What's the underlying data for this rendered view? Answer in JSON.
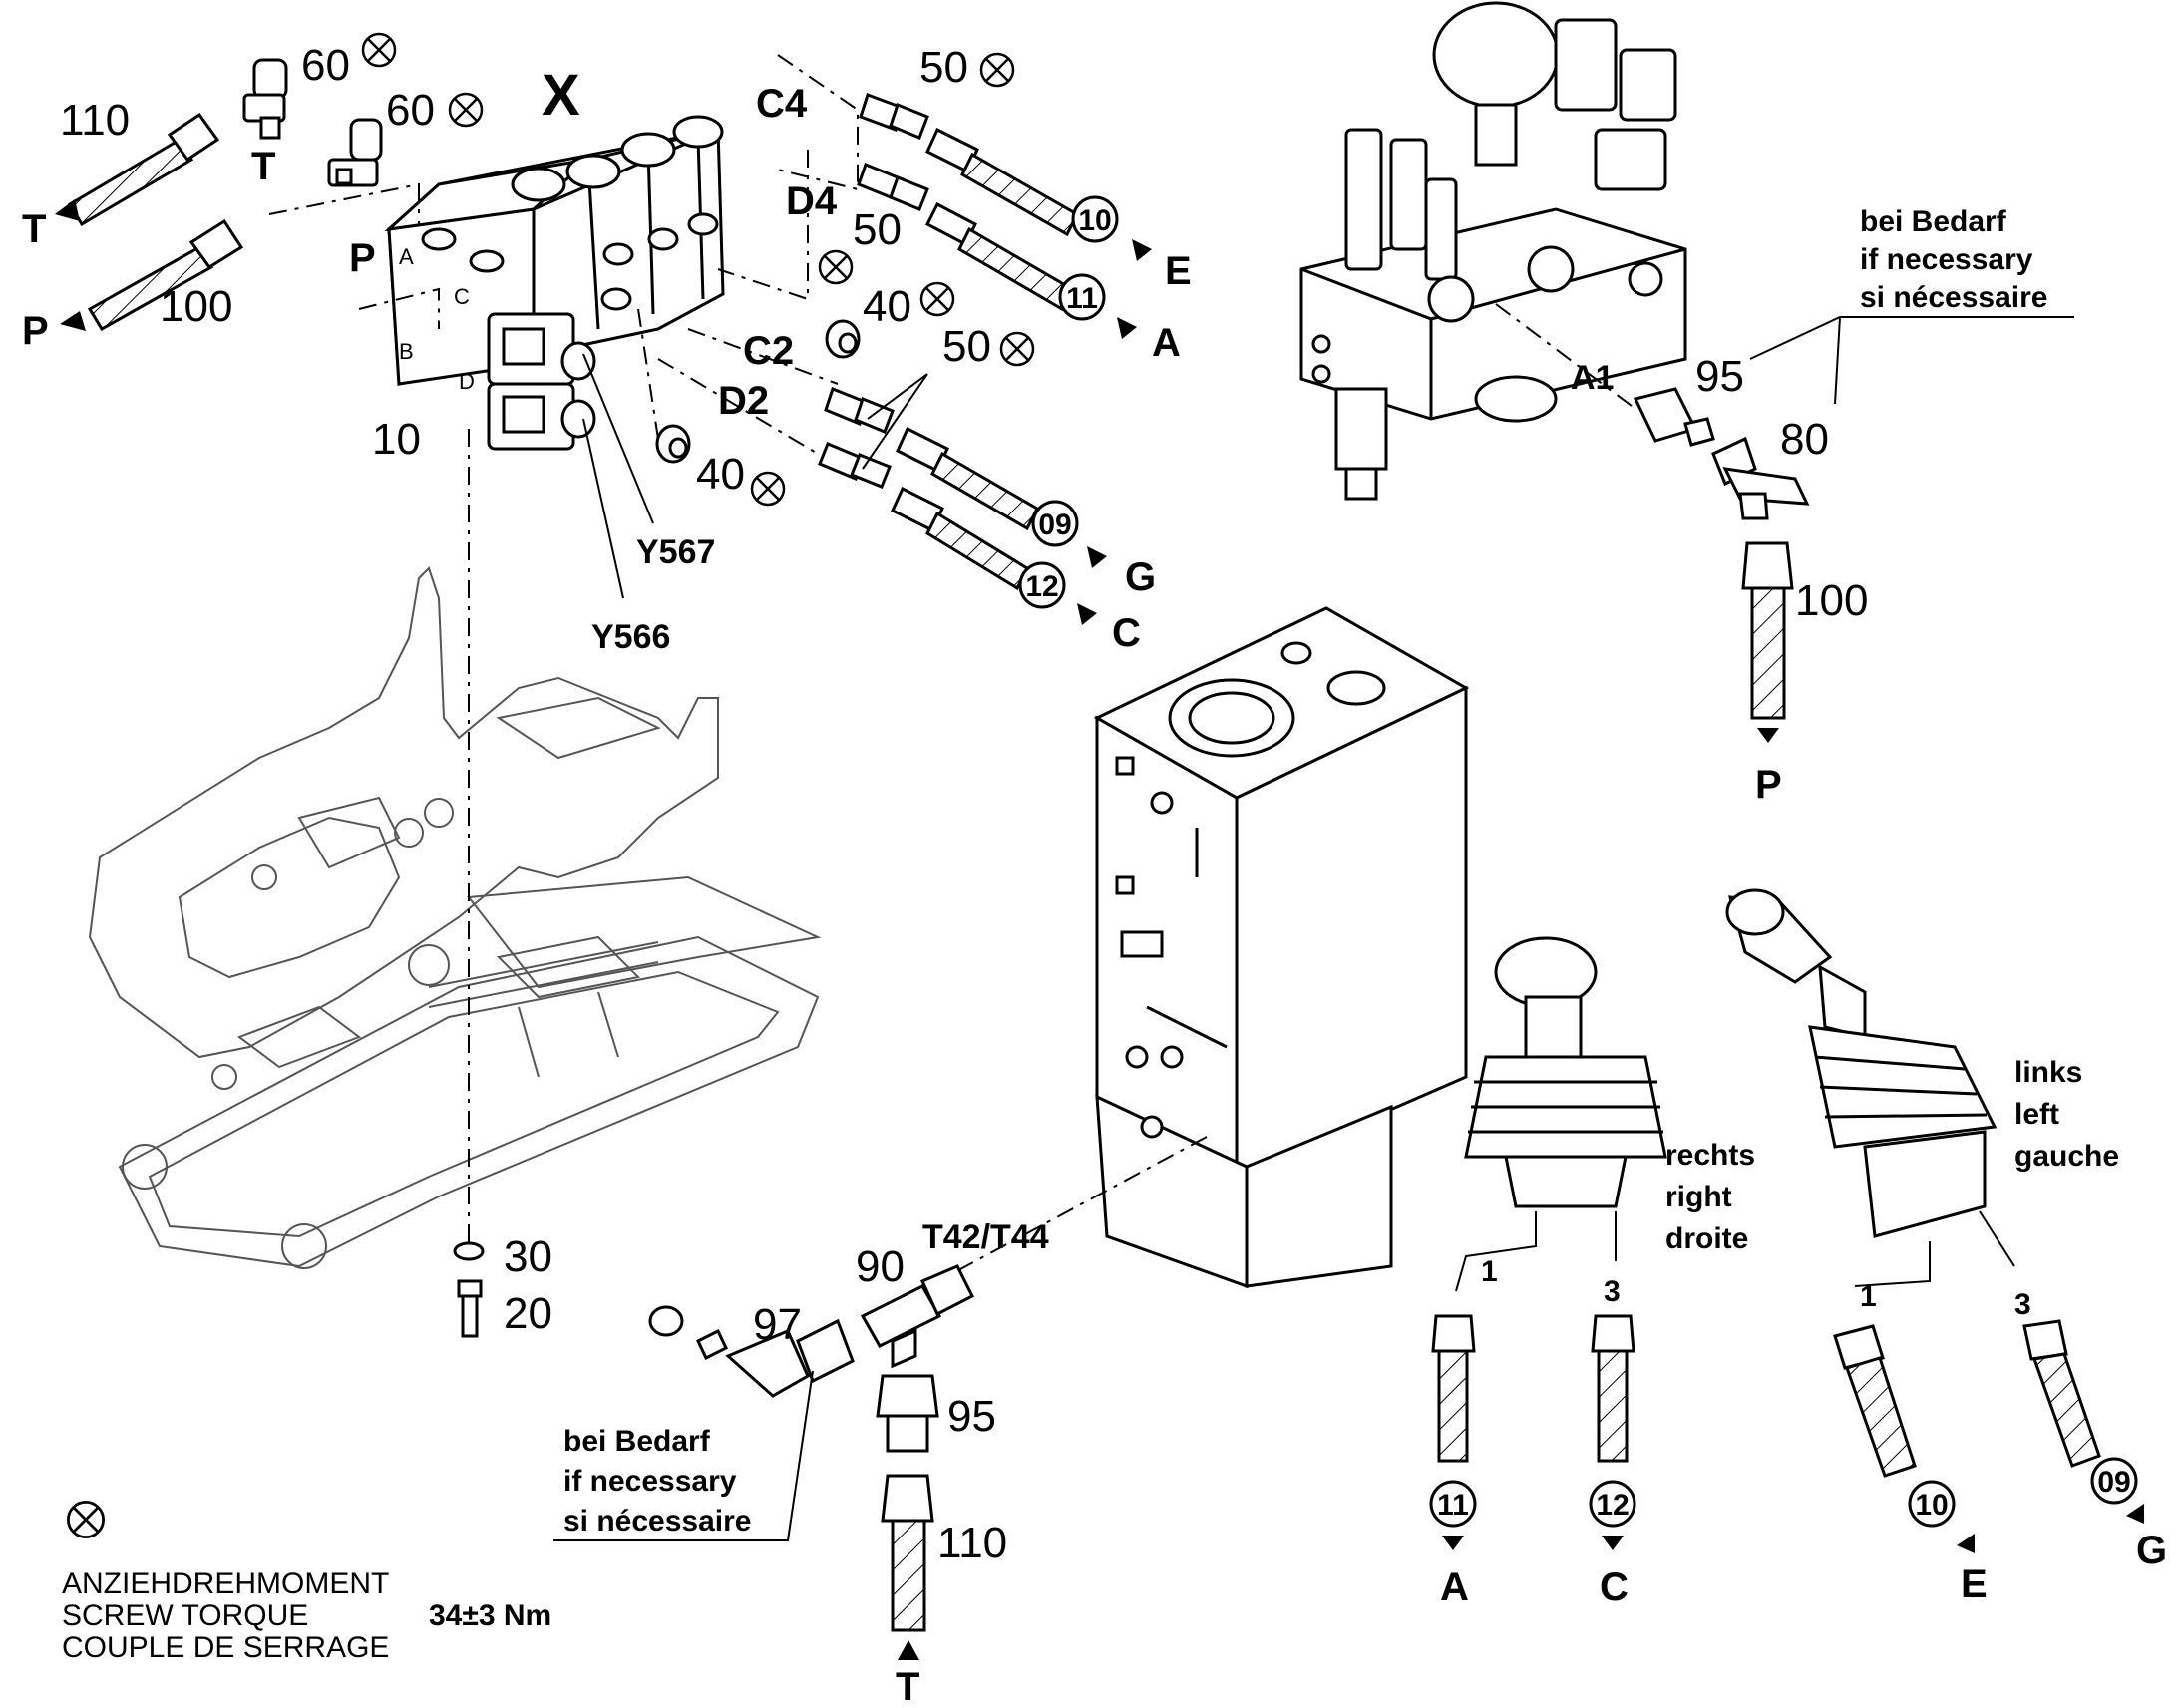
{
  "header": {
    "view_label": "X"
  },
  "valve_block": {
    "port_letters": [
      "A",
      "B",
      "C",
      "D"
    ],
    "solenoids": [
      "Y567",
      "Y566"
    ],
    "block_number": "10"
  },
  "port_labels": [
    "C4",
    "D4",
    "C2",
    "D2",
    "T",
    "P"
  ],
  "part_numbers": {
    "p110_top": "110",
    "p100_left": "100",
    "p60a": "60",
    "p60b": "60",
    "p50a": "50",
    "p50b": "50",
    "p50c": "50",
    "p40a": "40",
    "p40b": "40",
    "p30": "30",
    "p20": "20",
    "p95_right": "95",
    "p80": "80",
    "p100_right": "100",
    "p90": "90",
    "p97": "97",
    "p95_bottom": "95",
    "p110_bottom": "110"
  },
  "circle_refs": {
    "c10_top": "10",
    "c11_top": "11",
    "c09_mid": "09",
    "c12_mid": "12",
    "c11_bot": "11",
    "c12_bot": "12",
    "c10_bot": "10",
    "c09_bot": "09"
  },
  "flow_letters": {
    "T_top": "T",
    "P_left": "P",
    "E_top": "E",
    "A_top": "A",
    "G_mid": "G",
    "C_mid": "C",
    "P_right": "P",
    "T_bottom": "T",
    "A_bot": "A",
    "C_bot": "C",
    "E_bot": "E",
    "G_bot": "G"
  },
  "connection_labels": {
    "a1": "A1",
    "t42": "T42/T44"
  },
  "if_necessary_note": {
    "de": "bei Bedarf",
    "en": "if necessary",
    "fr": "si nécessaire"
  },
  "joysticks": {
    "right": {
      "de": "rechts",
      "en": "right",
      "fr": "droite",
      "port1": "1",
      "port3": "3"
    },
    "left": {
      "de": "links",
      "en": "left",
      "fr": "gauche",
      "port1": "1",
      "port3": "3"
    }
  },
  "legend": {
    "line1": "ANZIEHDREHMOMENT",
    "line2": "SCREW TORQUE",
    "line3": "COUPLE DE SERRAGE",
    "torque": "34±3 Nm"
  }
}
